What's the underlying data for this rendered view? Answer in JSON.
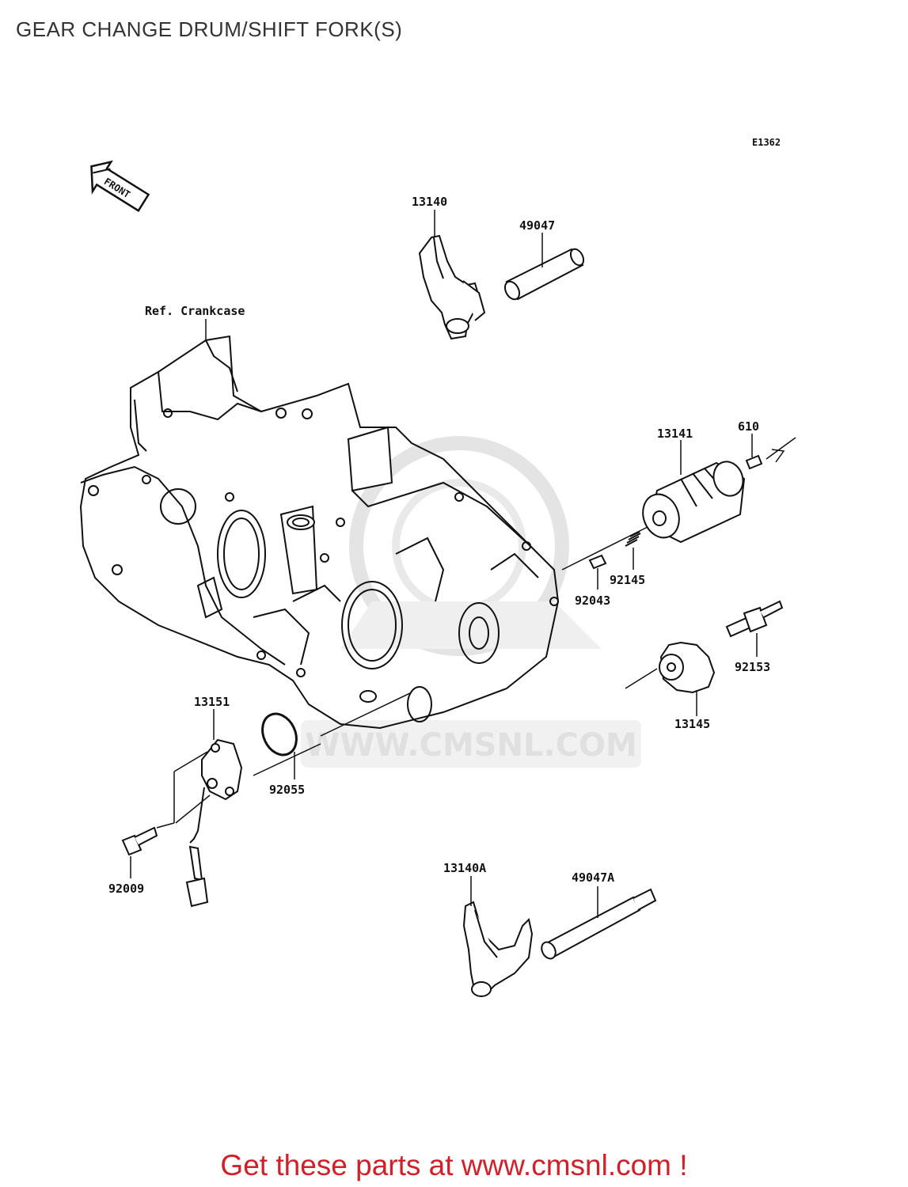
{
  "header": {
    "title": "GEAR CHANGE DRUM/SHIFT FORK(S)",
    "diagram_code": "E1362"
  },
  "watermark": {
    "text": "WWW.CMSNL.COM"
  },
  "direction_tag": {
    "text": "FRONT"
  },
  "parts": {
    "p13140": "13140",
    "p49047": "49047",
    "ref_crankcase": "Ref. Crankcase",
    "p13141": "13141",
    "p610": "610",
    "p92145": "92145",
    "p92043": "92043",
    "p92153": "92153",
    "p13145": "13145",
    "p13151": "13151",
    "p92055": "92055",
    "p92009": "92009",
    "p13140A": "13140A",
    "p49047A": "49047A"
  },
  "footer": {
    "text": "Get these parts at www.cmsnl.com !"
  },
  "colors": {
    "line": "#111111",
    "footer": "#d0202a",
    "watermark": "#d8d8d8"
  }
}
